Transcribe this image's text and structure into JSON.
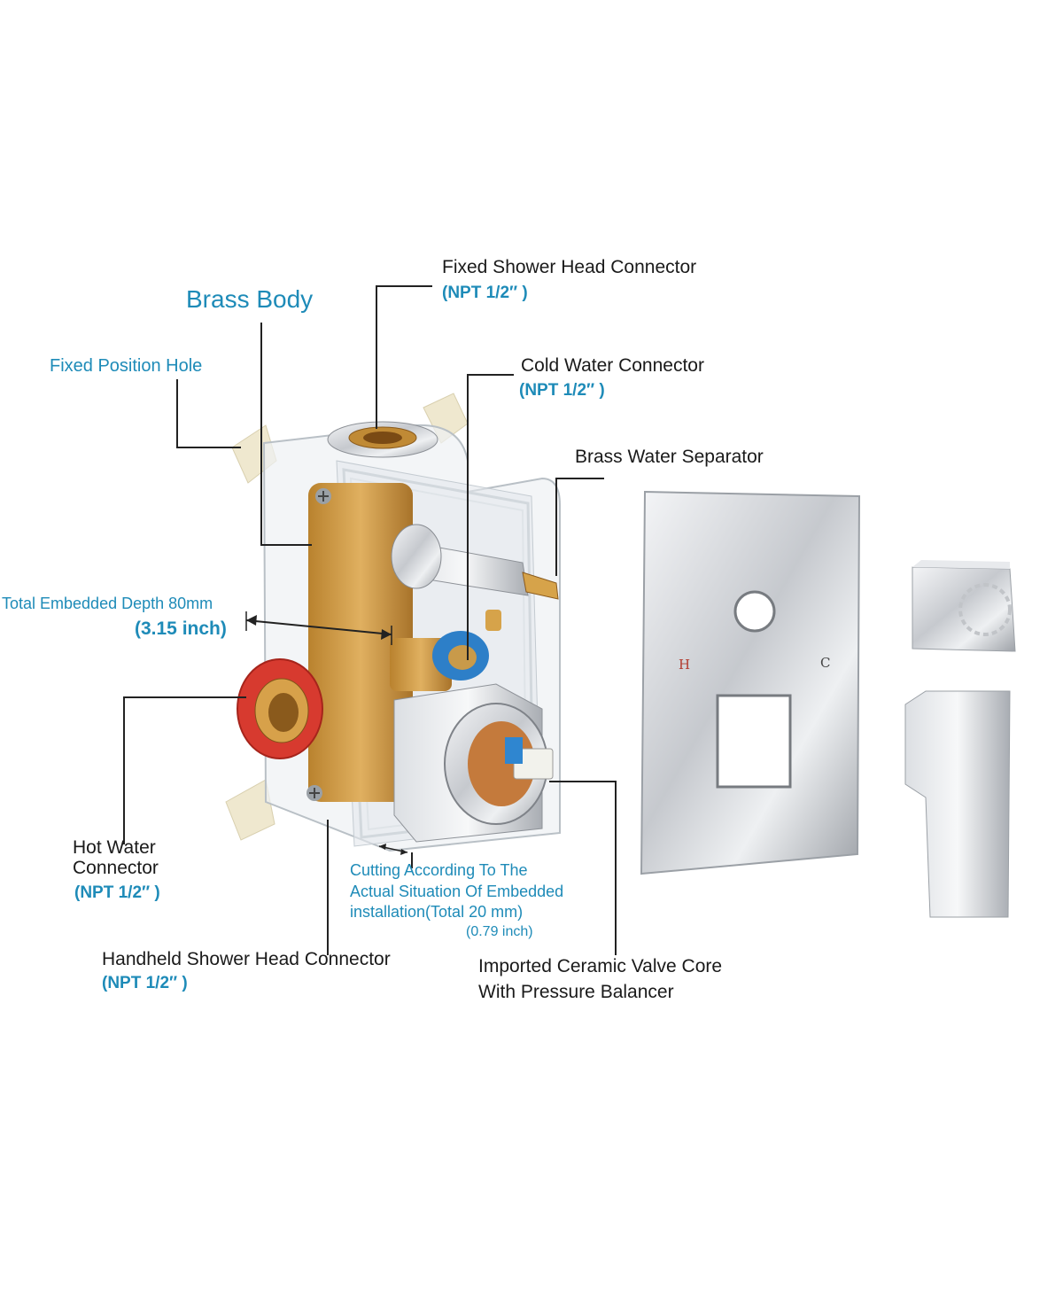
{
  "labels": {
    "brass_body": "Brass Body",
    "fixed_hole": "Fixed Position Hole",
    "fixed_shower": "Fixed Shower Head Connector",
    "fixed_shower_npt": "(NPT 1/2″ )",
    "cold_water": "Cold Water Connector",
    "cold_water_npt": "(NPT 1/2″ )",
    "separator": "Brass Water Separator",
    "depth": "Total Embedded Depth 80mm",
    "depth_inch": "(3.15 inch)",
    "hot_water_1": "Hot Water",
    "hot_water_2": "Connector",
    "hot_water_npt": "(NPT 1/2″ )",
    "cutting_1": "Cutting According To The",
    "cutting_2": "Actual Situation Of Embedded",
    "cutting_3": "installation(Total 20 mm)",
    "cutting_4": "(0.79 inch)",
    "handheld": "Handheld Shower Head Connector",
    "handheld_npt": "(NPT 1/2″ )",
    "ceramic_1": "Imported Ceramic Valve Core",
    "ceramic_2": "With Pressure Balancer"
  },
  "plate_marks": {
    "hot": "H",
    "cold": "C"
  },
  "colors": {
    "label_blue": "#1e8bb8",
    "label_black": "#1a1a1a",
    "brass": "#c8923a",
    "chrome": "#c9ccd1"
  }
}
